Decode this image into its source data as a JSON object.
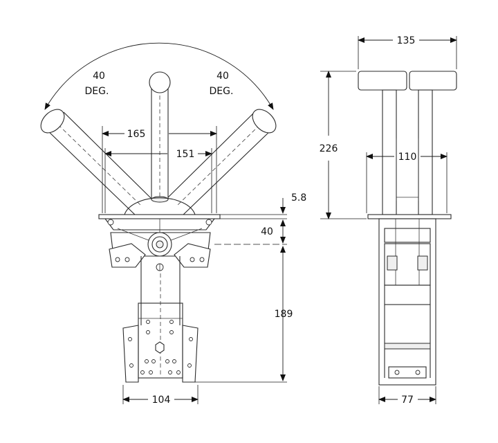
{
  "dimensions": {
    "angle_left_value": "40",
    "angle_left_unit": "DEG.",
    "angle_right_value": "40",
    "angle_right_unit": "DEG.",
    "span_outer": "165",
    "span_inner": "151",
    "plate_thickness": "5.8",
    "pivot_offset": "40",
    "body_depth": "189",
    "base_width": "104",
    "side_width": "135",
    "side_height": "226",
    "handle_spacing": "110",
    "side_base_width": "77"
  },
  "colors": {
    "line": "#2a2a2a",
    "background": "#ffffff"
  }
}
